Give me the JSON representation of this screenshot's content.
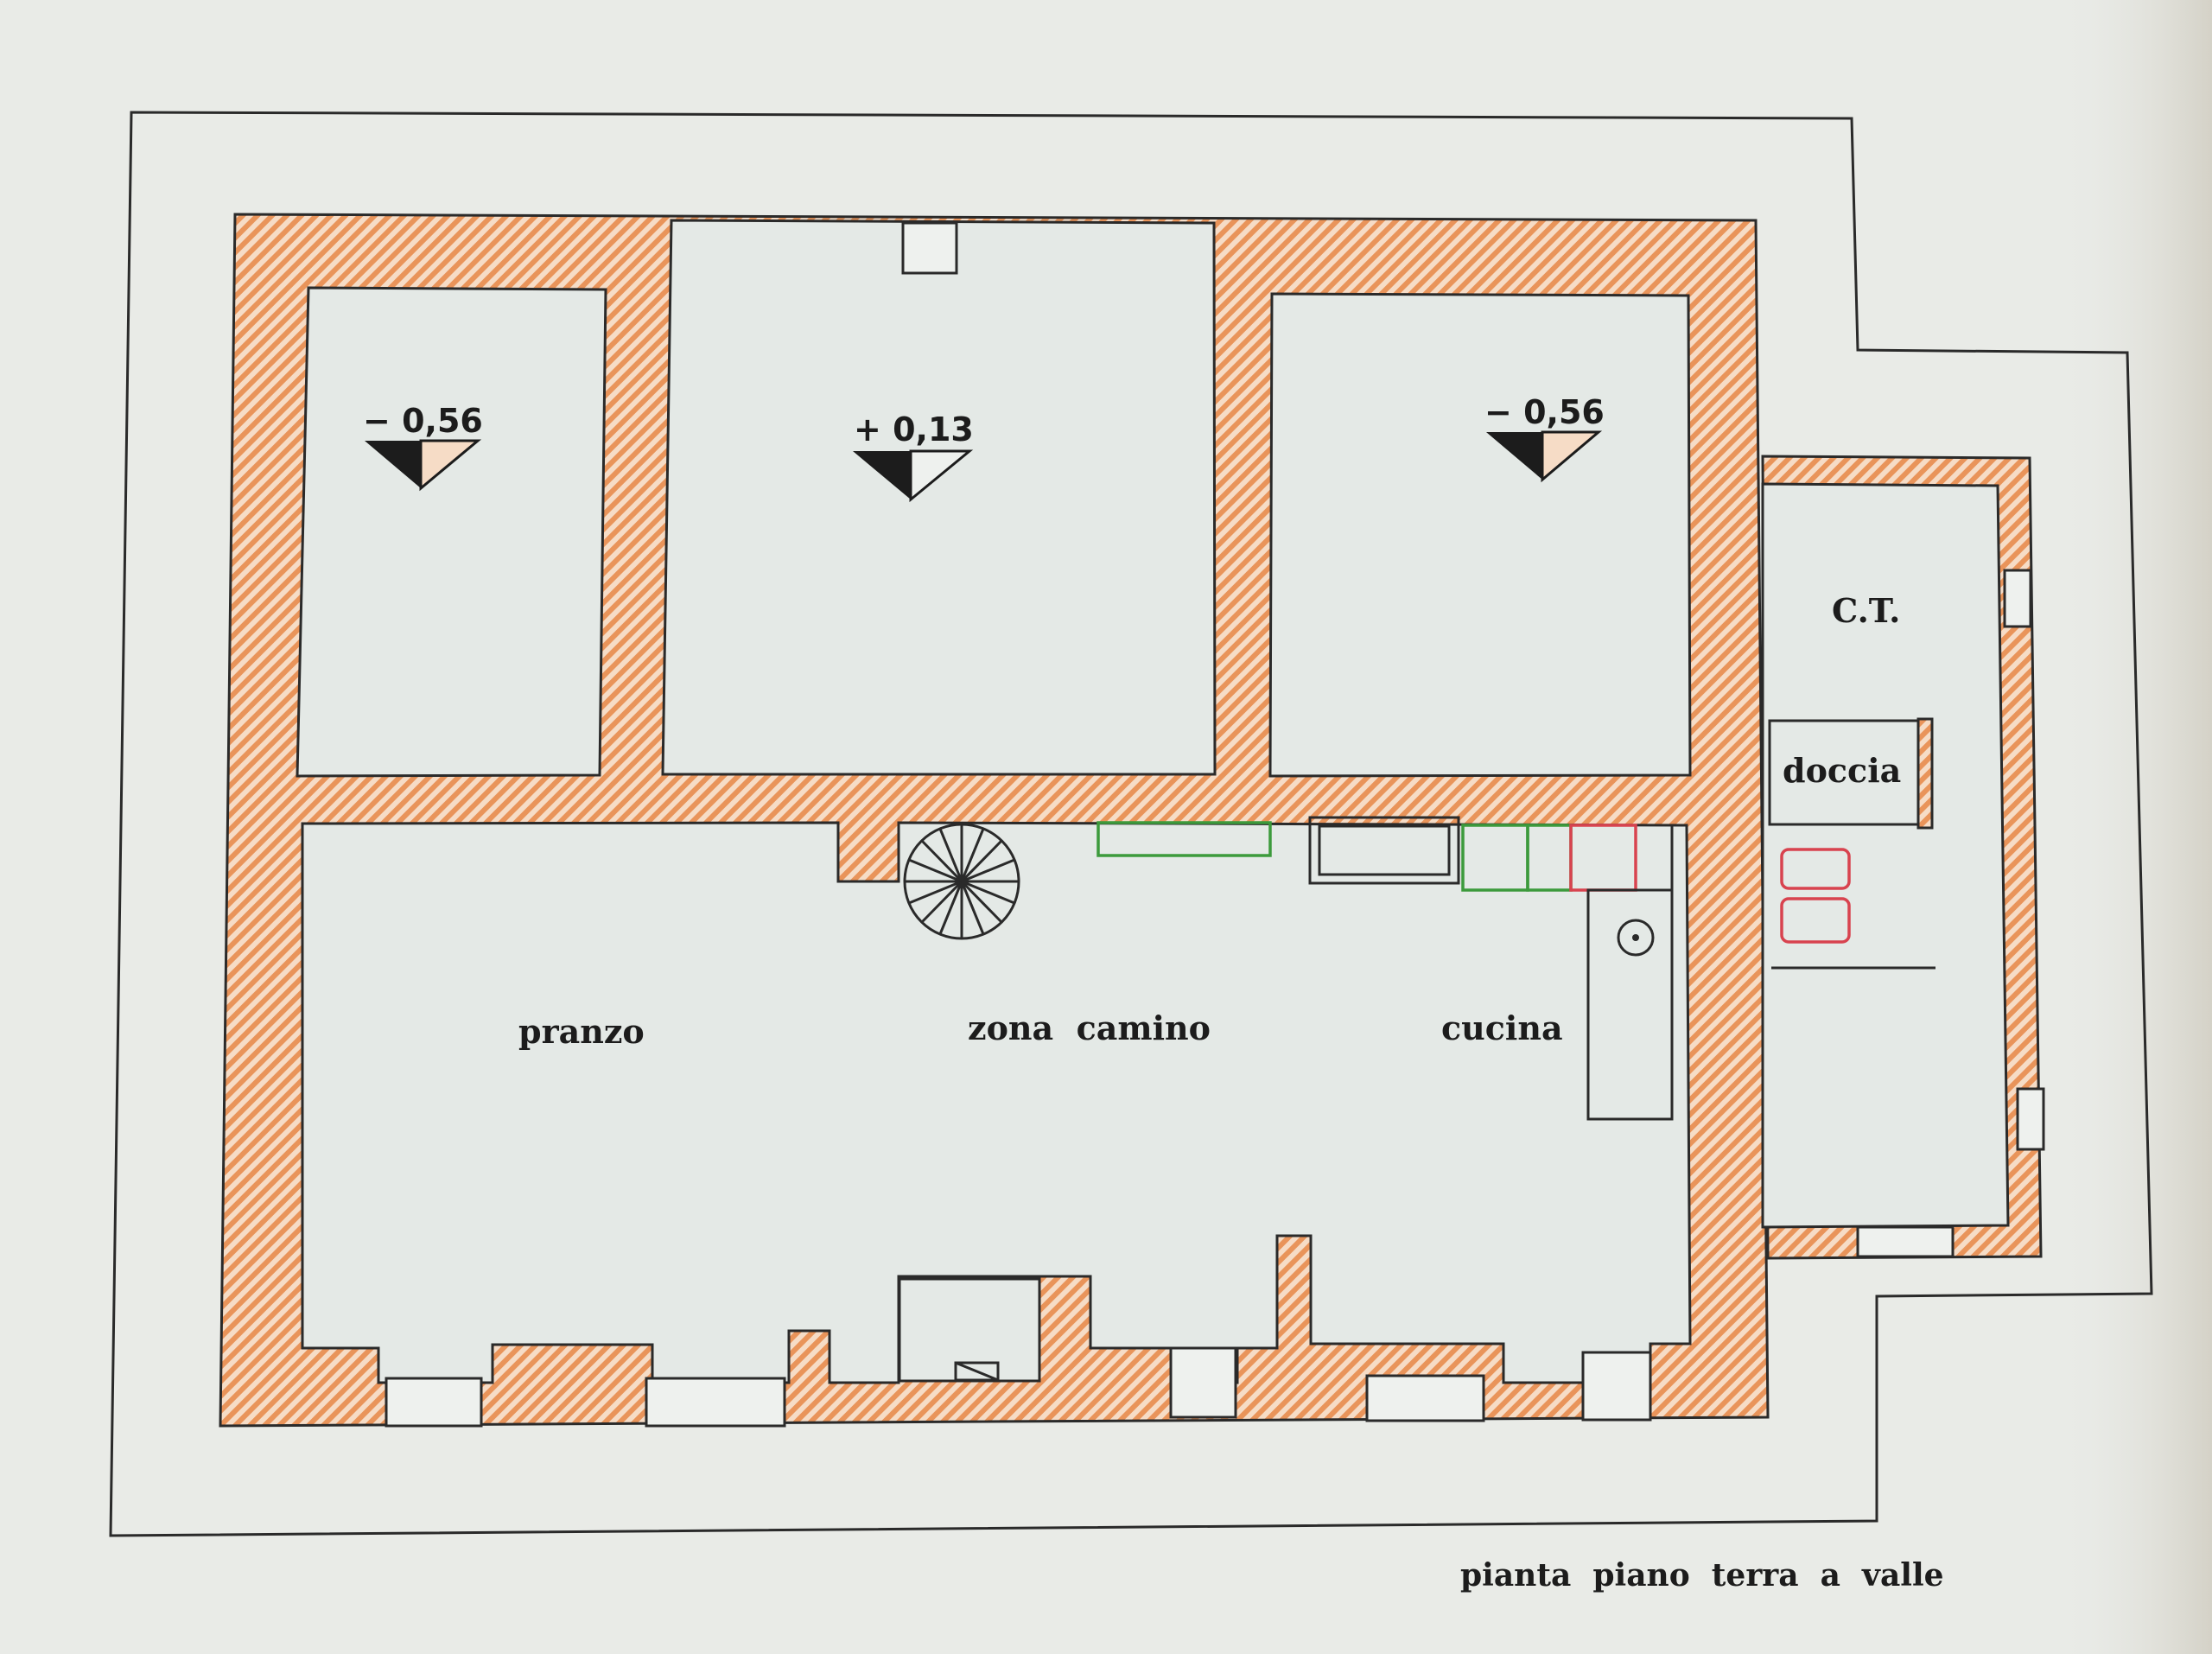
{
  "rooms": {
    "pranzo": "pranzo",
    "zona_camino": "zona  camino",
    "cucina": "cucina",
    "ct": "C.T.",
    "doccia": "doccia"
  },
  "levels": {
    "left": "− 0,56",
    "center": "+ 0,13",
    "right": "− 0,56"
  },
  "caption": "pianta  piano  terra  a  valle",
  "colors": {
    "wall_hatch_orange": "#e9945a",
    "wall_hatch_light": "#f6dcc6",
    "fixture_green": "#3c9a3c",
    "fixture_red": "#d8434f",
    "paper": "#e9ebe7"
  }
}
